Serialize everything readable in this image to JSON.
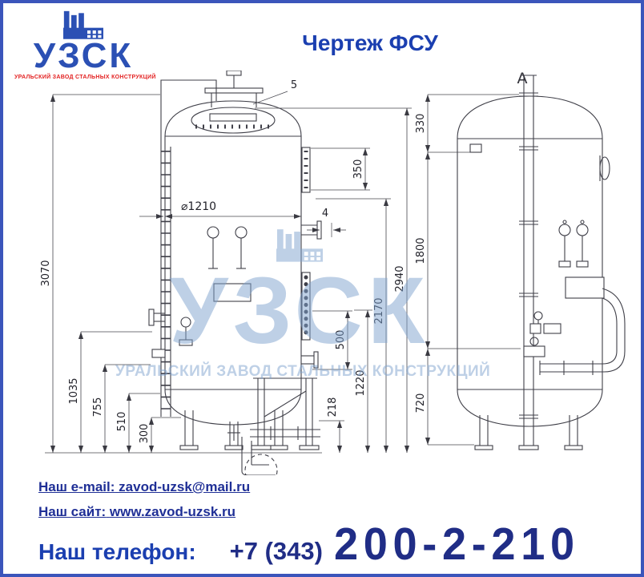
{
  "page": {
    "title": "Чертеж ФСУ"
  },
  "logo": {
    "name": "УЗСК",
    "subtitle": "УРАЛЬСКИЙ ЗАВОД СТАЛЬНЫХ КОНСТРУКЦИЙ"
  },
  "watermark": {
    "text": "УЗСК",
    "subtitle": "УРАЛЬСКИЙ ЗАВОД СТАЛЬНЫХ КОНСТРУКЦИЙ"
  },
  "drawing": {
    "front": {
      "h_total": "3070",
      "h_1035": "1035",
      "h_755": "755",
      "h_510": "510",
      "h_300": "300",
      "dia": "⌀1210",
      "n5": "5",
      "d350": "350",
      "d4": "4",
      "d2170": "2170",
      "d2940": "2940",
      "d500": "500",
      "d1220": "1220",
      "d218": "218"
    },
    "side": {
      "view": "А",
      "d330": "330",
      "d1800": "1800",
      "d720": "720"
    }
  },
  "contacts": {
    "email_label": "Наш e-mail:",
    "email": "zavod-uzsk@mail.ru",
    "site_label": "Наш сайт:",
    "site": "www.zavod-uzsk.ru",
    "phone_label": "Наш телефон:",
    "phone_prefix": "+7 (343)",
    "phone_number": "200-2-210"
  },
  "colors": {
    "border": "#3b55bb",
    "title_blue": "#1b3fb0",
    "logo_blue": "#2b50b4",
    "logo_red": "#e32222",
    "watermark_blue": "#7fa3cf",
    "link_navy": "#1f2f96",
    "phone_navy": "#202d86"
  }
}
